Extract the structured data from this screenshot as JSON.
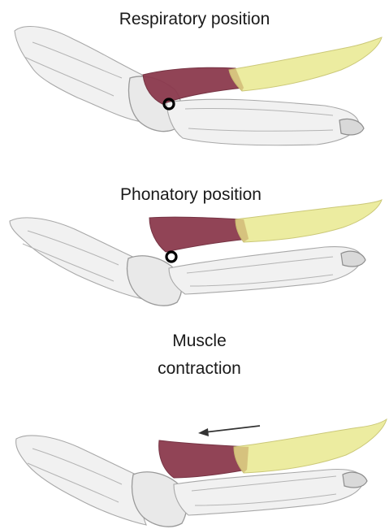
{
  "labels": {
    "respiratory": "Respiratory position",
    "phonatory": "Phonatory position",
    "muscle_line1": "Muscle",
    "muscle_line2": "contraction"
  },
  "colors": {
    "muscle_fold": "#8c3a4e",
    "ligament_fold": "#ecec9b",
    "cartilage": "#e9e9e9"
  }
}
